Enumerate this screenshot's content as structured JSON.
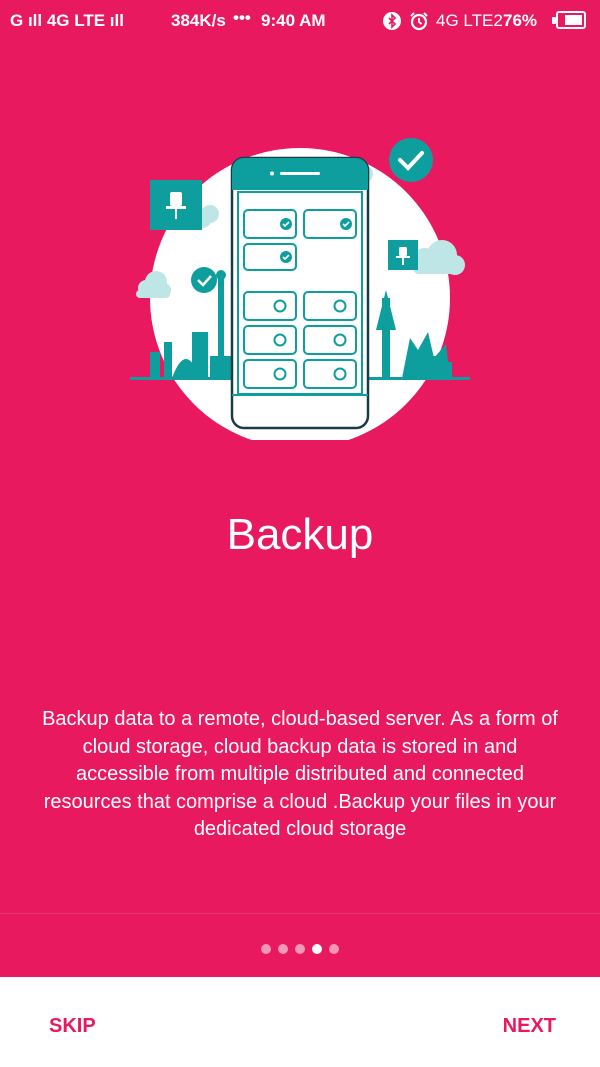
{
  "status_bar": {
    "left": "G ıll  4G LTE ıll",
    "speed": "384K/s",
    "dots": "•••",
    "time": "9:40 AM",
    "network2": "4G LTE2",
    "battery_pct": "76%",
    "battery_level": 0.76,
    "icons": [
      "signal-icon",
      "bluetooth-icon",
      "alarm-icon",
      "battery-icon"
    ]
  },
  "slide": {
    "title": "Backup",
    "description": "Backup data to a remote, cloud-based server. As a form of cloud storage, cloud backup data is stored in and accessible from multiple distributed and connected resources that comprise a cloud .Backup your files in your dedicated cloud storage",
    "illustration": "phone-with-cloud-files-illustration"
  },
  "pager": {
    "count": 5,
    "active_index": 3
  },
  "buttons": {
    "skip": "SKIP",
    "next": "NEXT"
  },
  "colors": {
    "background": "#e8195e",
    "accent_teal": "#0f9e9e",
    "button_text": "#e8195e",
    "bottom_bar": "#ffffff"
  }
}
